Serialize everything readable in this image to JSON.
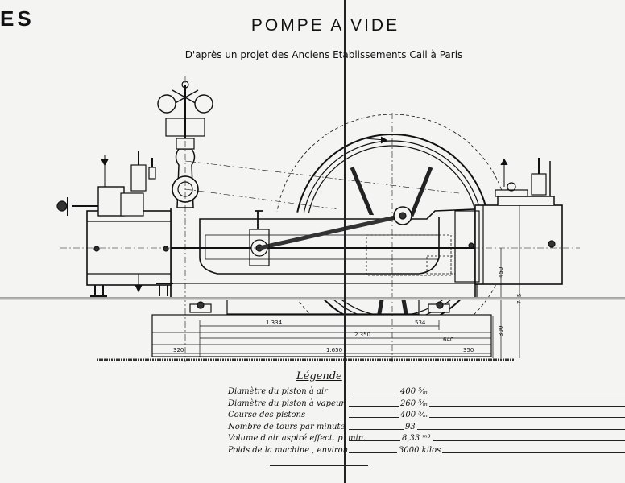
{
  "header": {
    "corner_text": "ES",
    "title": "POMPE A VIDE",
    "subtitle": "D'après un projet des Anciens Etablissements Cail à Paris"
  },
  "dimensions": {
    "d1": "1.334",
    "d2": "534",
    "d3": "2.350",
    "d4": "320",
    "d5": "1.650",
    "d6": "350",
    "d7": "640",
    "d8": "450",
    "d9": "775",
    "d10": "300"
  },
  "legend": {
    "title": "Légende",
    "rows": [
      {
        "label": "Diamètre du piston à air",
        "value": "400 ⁵⁄ₘ"
      },
      {
        "label": "Diamètre du piston à vapeur",
        "value": "260 ⁵⁄ₘ"
      },
      {
        "label": "Course des pistons",
        "value": "400 ⁵⁄ₘ"
      },
      {
        "label": "Nombre de tours par minute",
        "value": "93"
      },
      {
        "label": "Volume d'air aspiré effect. p. min.",
        "value": "8,33 ᵐ³"
      },
      {
        "label": "Poids de la machine , environ",
        "value": "3000 kilos"
      }
    ]
  }
}
